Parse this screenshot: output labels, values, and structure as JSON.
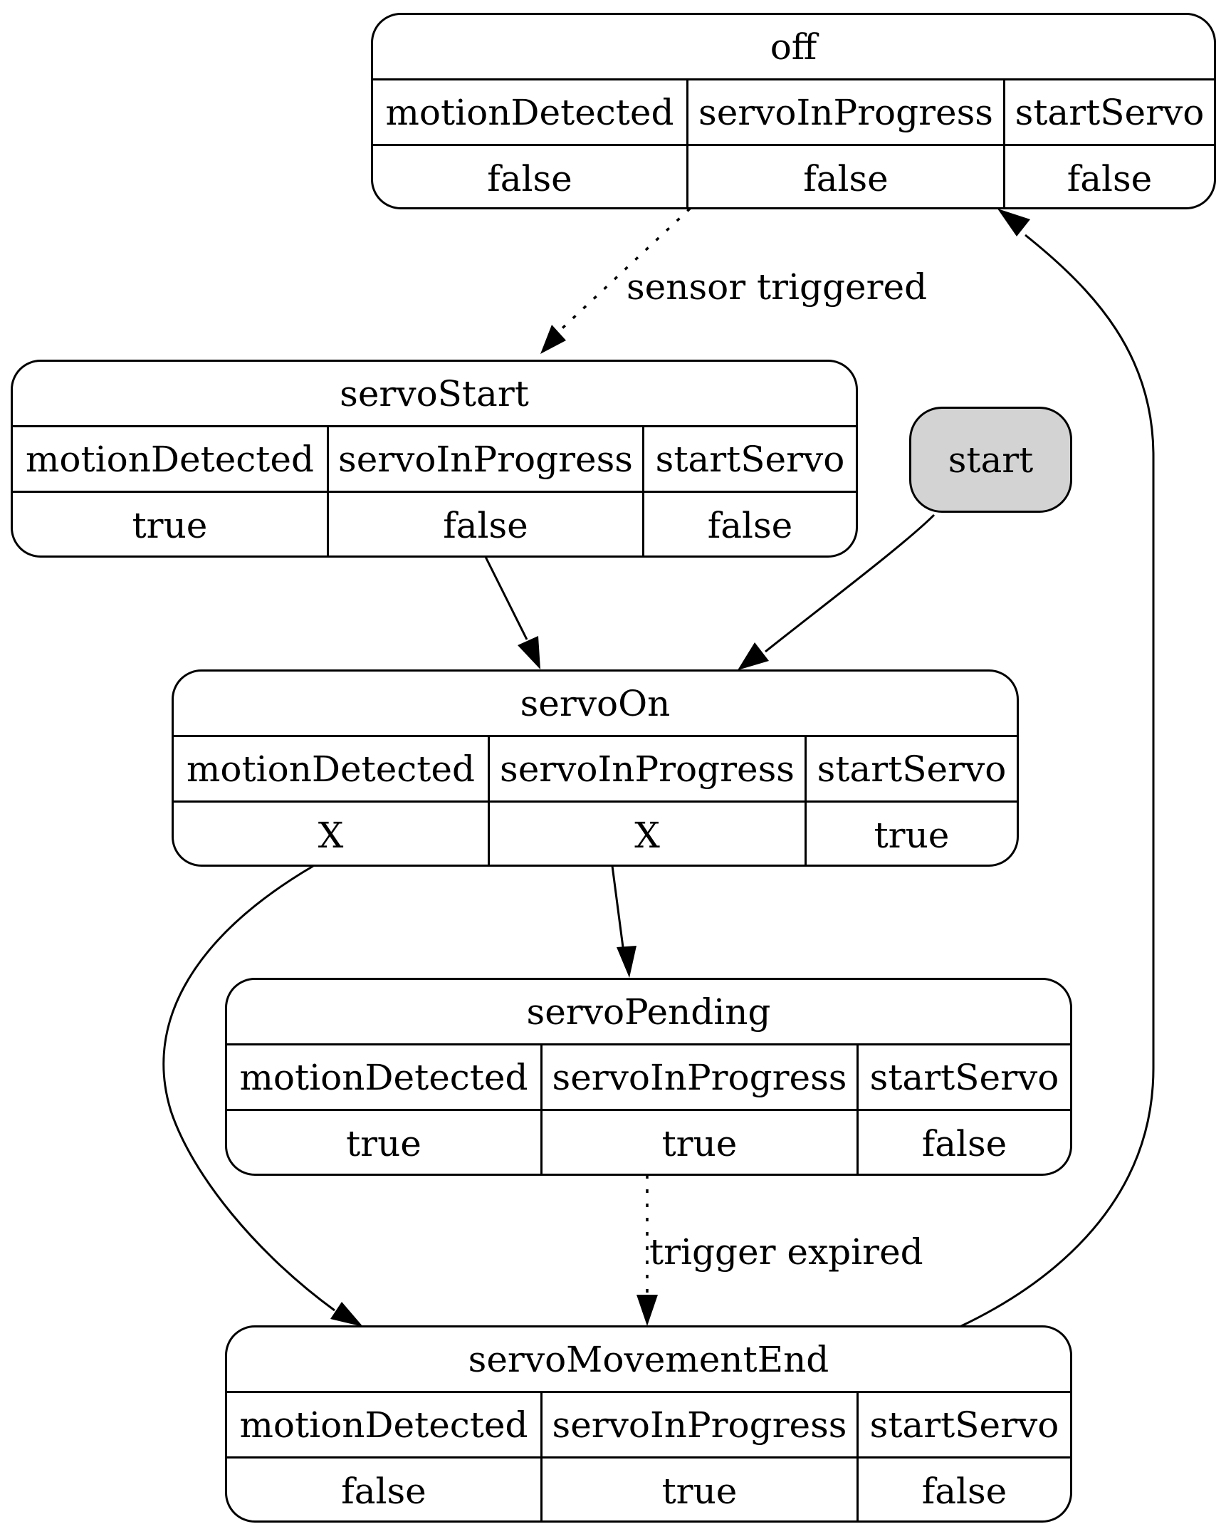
{
  "diagram": {
    "columns": [
      "motionDetected",
      "servoInProgress",
      "startServo"
    ],
    "states": {
      "off": {
        "name": "off",
        "values": [
          "false",
          "false",
          "false"
        ]
      },
      "servoStart": {
        "name": "servoStart",
        "values": [
          "true",
          "false",
          "false"
        ]
      },
      "servoOn": {
        "name": "servoOn",
        "values": [
          "X",
          "X",
          "true"
        ]
      },
      "servoPending": {
        "name": "servoPending",
        "values": [
          "true",
          "true",
          "false"
        ]
      },
      "servoMovementEnd": {
        "name": "servoMovementEnd",
        "values": [
          "false",
          "true",
          "false"
        ]
      }
    },
    "start": {
      "label": "start",
      "fill": "#d3d3d3"
    },
    "edges": [
      {
        "from": "off",
        "to": "servoStart",
        "label": "sensor triggered",
        "style": "dotted"
      },
      {
        "from": "start",
        "to": "servoOn",
        "label": "",
        "style": "solid"
      },
      {
        "from": "servoStart",
        "to": "servoOn",
        "label": "",
        "style": "solid"
      },
      {
        "from": "servoOn",
        "to": "servoPending",
        "label": "",
        "style": "solid"
      },
      {
        "from": "servoOn",
        "to": "servoMovementEnd",
        "label": "",
        "style": "solid"
      },
      {
        "from": "servoPending",
        "to": "servoMovementEnd",
        "label": "trigger expired",
        "style": "dotted"
      },
      {
        "from": "servoMovementEnd",
        "to": "off",
        "label": "",
        "style": "solid"
      }
    ]
  }
}
